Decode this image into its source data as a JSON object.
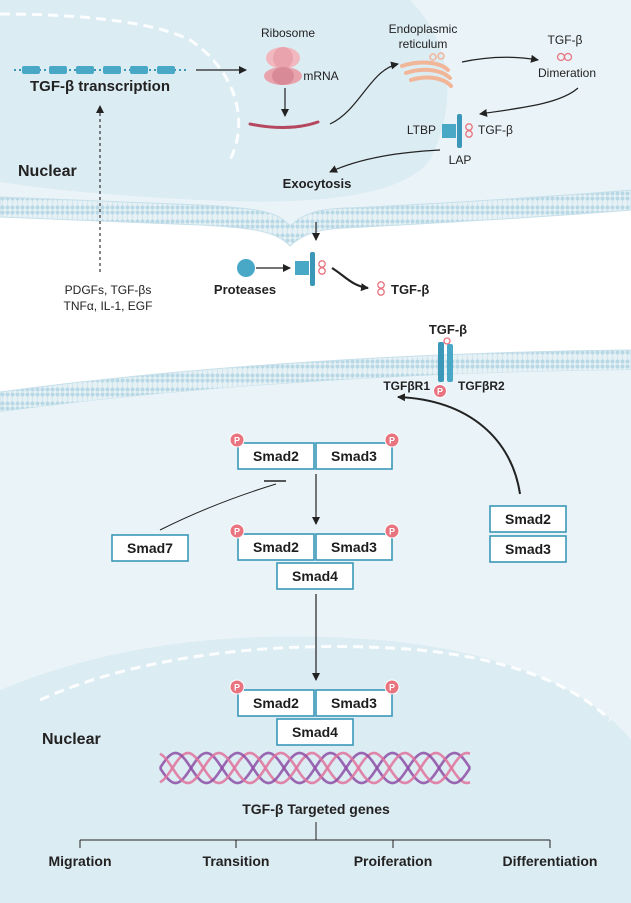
{
  "labels": {
    "tgf_transcription": "TGF-β transcription",
    "ribosome": "Ribosome",
    "mrna": "mRNA",
    "er_line1": "Endoplasmic",
    "er_line2": "reticulum",
    "tgf_dimer": "TGF-β",
    "dimeration": "Dimeration",
    "ltbp": "LTBP",
    "tgf_ltbp": "TGF-β",
    "lap": "LAP",
    "nuclear_top": "Nuclear",
    "exocytosis": "Exocytosis",
    "stimuli_line1": "PDGFs, TGF-βs",
    "stimuli_line2": "TNFα, IL-1, EGF",
    "proteases": "Proteases",
    "tgf_released": "TGF-β",
    "tgf_receptor": "TGF-β",
    "tgfbr1": "TGFβR1",
    "tgfbr2": "TGFβR2",
    "nuclear_bottom": "Nuclear",
    "targeted_genes": "TGF-β Targeted genes"
  },
  "phospho_label": "P",
  "complex1": {
    "smad2": "Smad2",
    "smad3": "Smad3"
  },
  "complex2": {
    "smad2": "Smad2",
    "smad3": "Smad3",
    "smad4": "Smad4"
  },
  "complex3": {
    "smad2": "Smad2",
    "smad3": "Smad3",
    "smad4": "Smad4"
  },
  "smad7": "Smad7",
  "free_smads": {
    "smad2": "Smad2",
    "smad3": "Smad3"
  },
  "outcomes": [
    "Migration",
    "Transition",
    "Proiferation",
    "Differentiation"
  ],
  "colors": {
    "cell_fill": "#e9f3f7",
    "membrane": "#bfdce8",
    "receptor": "#3a97b8",
    "phospho": "#e9737f",
    "ribosome": "#e8a3ad",
    "mrna": "#b5485e",
    "er": "#f1b598",
    "dna_purple": "#8d4fa6",
    "dna_pink": "#e0739c"
  }
}
